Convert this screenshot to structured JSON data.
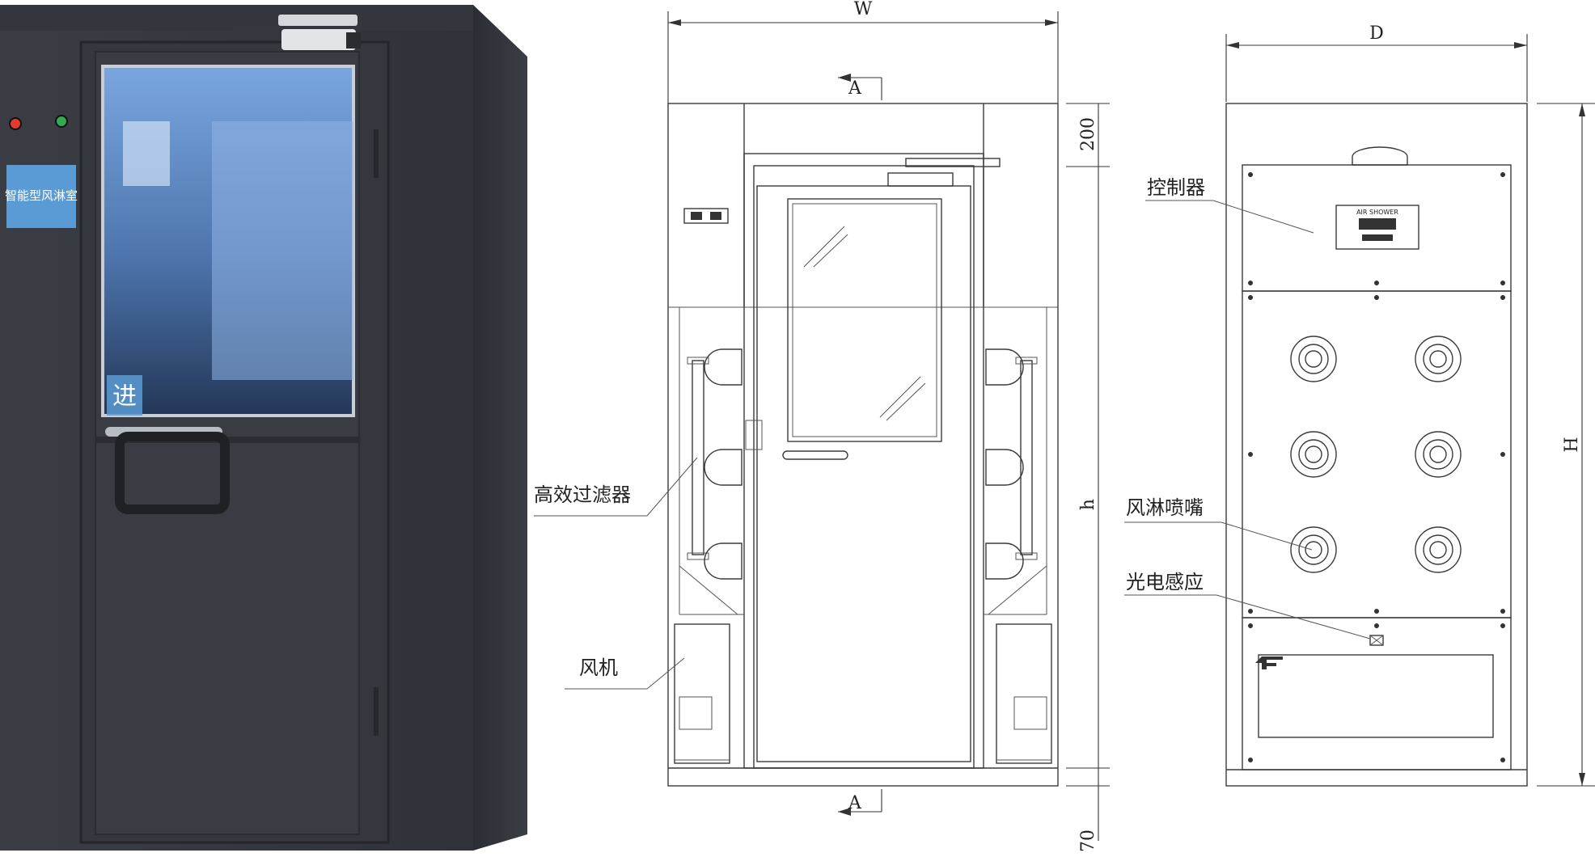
{
  "photo": {
    "sign_text": "智能型风淋室",
    "entry_text": "进"
  },
  "front_view": {
    "width_label": "W",
    "section_label_top": "A",
    "section_label_bottom": "A",
    "top_dim": "200",
    "bottom_dim": "70",
    "height_label": "h",
    "callouts": {
      "filter": "高效过滤器",
      "fan": "风机"
    }
  },
  "side_view": {
    "depth_label": "D",
    "height_label": "H",
    "panel_text": "AIR SHOWER",
    "callouts": {
      "controller": "控制器",
      "nozzle": "风淋喷嘴",
      "sensor": "光电感应"
    }
  },
  "colors": {
    "cabinet": "#3d4047",
    "cabinet_side": "#2c2f35",
    "glass_top": "#6f9ad6",
    "glass_bottom": "#2a3e62",
    "sign_bg": "#5b9bd5",
    "lamp_red": "#e23b2e",
    "lamp_green": "#34a853"
  }
}
